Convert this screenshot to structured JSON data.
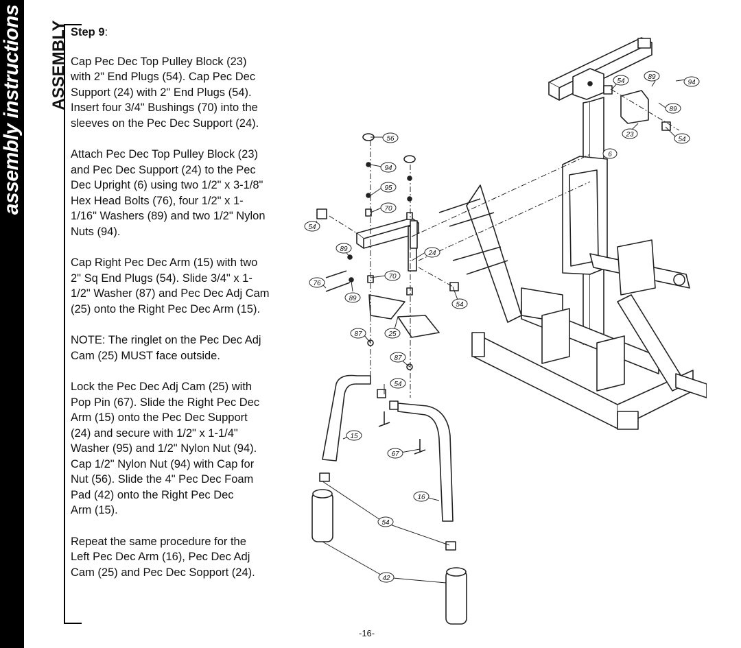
{
  "side_title": "assembly instructions",
  "section": "ASSEMBLY",
  "step": {
    "label": "Step 9",
    "colon": ":"
  },
  "paragraphs": [
    "Cap Pec Dec Top Pulley Block (23)\nwith 2\" End Plugs (54).  Cap Pec Dec\nSupport (24) with 2\" End Plugs (54).\nInsert four 3/4\" Bushings (70) into the\nsleeves on the Pec Dec Support (24).",
    "Attach Pec Dec Top Pulley Block (23)\nand Pec Dec Support (24) to the Pec\nDec Upright (6) using two 1/2\" x 3-1/8\"\nHex Head Bolts (76), four 1/2\" x 1-\n1/16\" Washers (89) and two 1/2\" Nylon\nNuts (94).",
    "Cap Right Pec Dec Arm (15) with two\n2\" Sq End Plugs (54).  Slide 3/4\" x 1-\n1/2\" Washer (87) and Pec Dec Adj Cam\n(25) onto the Right Pec Dec Arm (15).",
    "NOTE: The ringlet on the Pec Dec Adj\nCam (25) MUST face outside.",
    "Lock the Pec Dec Adj Cam (25) with\nPop Pin (67).  Slide the Right Pec Dec\nArm (15) onto the Pec Dec Support\n(24) and secure with 1/2\" x 1-1/4\"\nWasher (95) and 1/2\" Nylon Nut (94).\nCap 1/2\" Nylon Nut (94) with Cap for\nNut (56).  Slide the 4\" Pec Dec Foam\nPad (42) onto the Right Pec Dec\nArm (15).",
    "Repeat the same procedure for the\nLeft Pec Dec Arm (16), Pec Dec Adj\nCam (25) and Pec Dec Sopport (24)."
  ],
  "page_number": "-16-",
  "callouts": {
    "c89a": "89",
    "c54a": "54",
    "c94a": "94",
    "c89b": "89",
    "c23": "23",
    "c54b": "54",
    "c6": "6",
    "c56": "56",
    "c94b": "94",
    "c95": "95",
    "c70a": "70",
    "c54c": "54",
    "c89c": "89",
    "c24": "24",
    "c76": "76",
    "c70b": "70",
    "c89d": "89",
    "c54d": "54",
    "c87a": "87",
    "c25": "25",
    "c87b": "87",
    "c54e": "54",
    "c15": "15",
    "c67": "67",
    "c16": "16",
    "c54f": "54",
    "c42": "42"
  }
}
